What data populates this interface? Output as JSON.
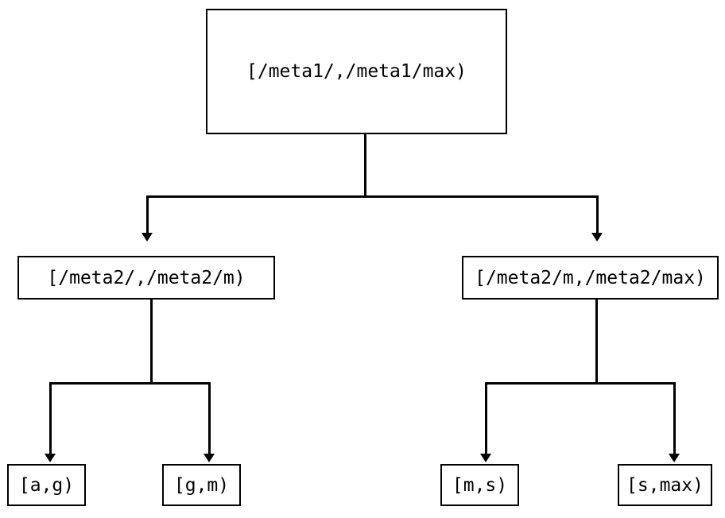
{
  "diagram": {
    "type": "tree",
    "background_color": "#ffffff",
    "line_color": "#000000",
    "text_color": "#000000",
    "nodes": {
      "root": {
        "label": "[/meta1/,/meta1/max)"
      },
      "mid_left": {
        "label": "[/meta2/,/meta2/m)"
      },
      "mid_right": {
        "label": "[/meta2/m,/meta2/max)"
      },
      "leaves": [
        {
          "label": "[a,g)"
        },
        {
          "label": "[g,m)"
        },
        {
          "label": "[m,s)"
        },
        {
          "label": "[s,max)"
        }
      ]
    },
    "edges": [
      {
        "from": "root",
        "to": "mid_left",
        "arrow": "down"
      },
      {
        "from": "root",
        "to": "mid_right",
        "arrow": "down"
      },
      {
        "from": "mid_left",
        "to": "leaf_0",
        "arrow": "down"
      },
      {
        "from": "mid_left",
        "to": "leaf_1",
        "arrow": "down"
      },
      {
        "from": "mid_right",
        "to": "leaf_2",
        "arrow": "down"
      },
      {
        "from": "mid_right",
        "to": "leaf_3",
        "arrow": "down"
      }
    ]
  }
}
